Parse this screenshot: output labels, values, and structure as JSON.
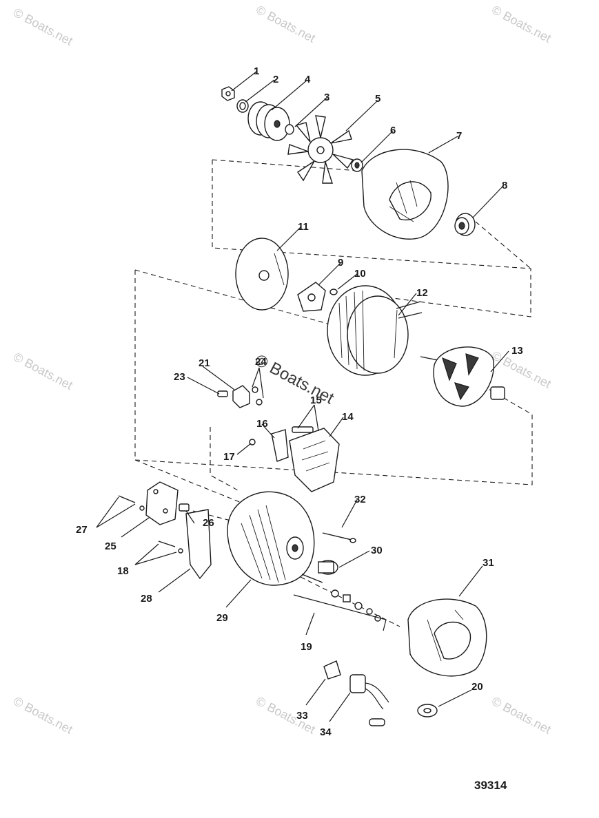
{
  "watermark": {
    "text": "© Boats.net",
    "center_text": "© Boats.net"
  },
  "drawing_number": "39314",
  "callouts": [
    "1",
    "2",
    "3",
    "4",
    "5",
    "6",
    "7",
    "8",
    "9",
    "10",
    "11",
    "12",
    "13",
    "14",
    "15",
    "16",
    "17",
    "18",
    "19",
    "20",
    "21",
    "23",
    "24",
    "25",
    "26",
    "27",
    "28",
    "29",
    "30",
    "31",
    "32",
    "33",
    "34"
  ]
}
